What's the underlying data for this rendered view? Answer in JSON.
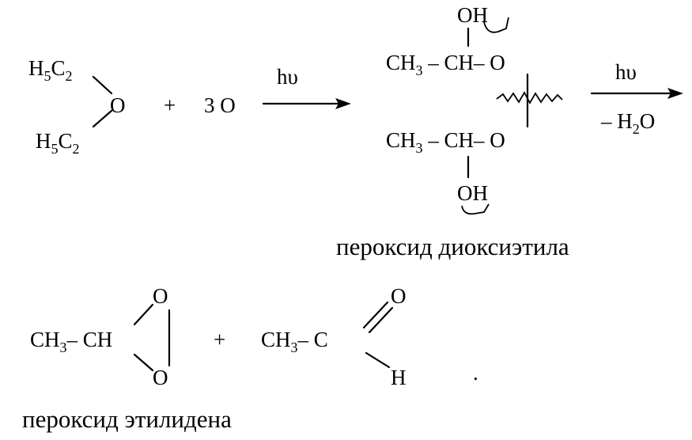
{
  "reaction1": {
    "diethyl_ether": {
      "top_group": {
        "base": "H",
        "sub1": "5",
        "mid": "C",
        "sub2": "2"
      },
      "bottom_group": {
        "base": "H",
        "sub1": "5",
        "mid": "C",
        "sub2": "2"
      },
      "oxygen": "O"
    },
    "plus": "+",
    "reagent": "3 O",
    "arrow_label": "hυ"
  },
  "intermediate": {
    "top_oh": "OH",
    "top_chain": {
      "ch": "CH",
      "sub": "3",
      "dash": "–",
      "ch2": "CH",
      "dash2": "–",
      "o": "O"
    },
    "bottom_chain": {
      "ch": "CH",
      "sub": "3",
      "dash": "–",
      "ch2": "CH",
      "dash2": "–",
      "o": "O"
    },
    "bottom_oh": "OH",
    "name": "пероксид диоксиэтила"
  },
  "reaction2": {
    "arrow_label_top": "hυ",
    "arrow_label_bottom": {
      "minus": "– H",
      "sub": "2",
      "o": "O"
    }
  },
  "products": {
    "ethylidene_peroxide": {
      "ch3": "CH",
      "sub": "3",
      "dash": "–",
      "ch": "CH",
      "o_top": "O",
      "o_bottom": "O",
      "name": "пероксид этилидена"
    },
    "plus": "+",
    "acetaldehyde": {
      "ch3": "CH",
      "sub": "3",
      "dash": "–",
      "c": "C",
      "o": "O",
      "h": "H"
    }
  },
  "stray_mark": "."
}
